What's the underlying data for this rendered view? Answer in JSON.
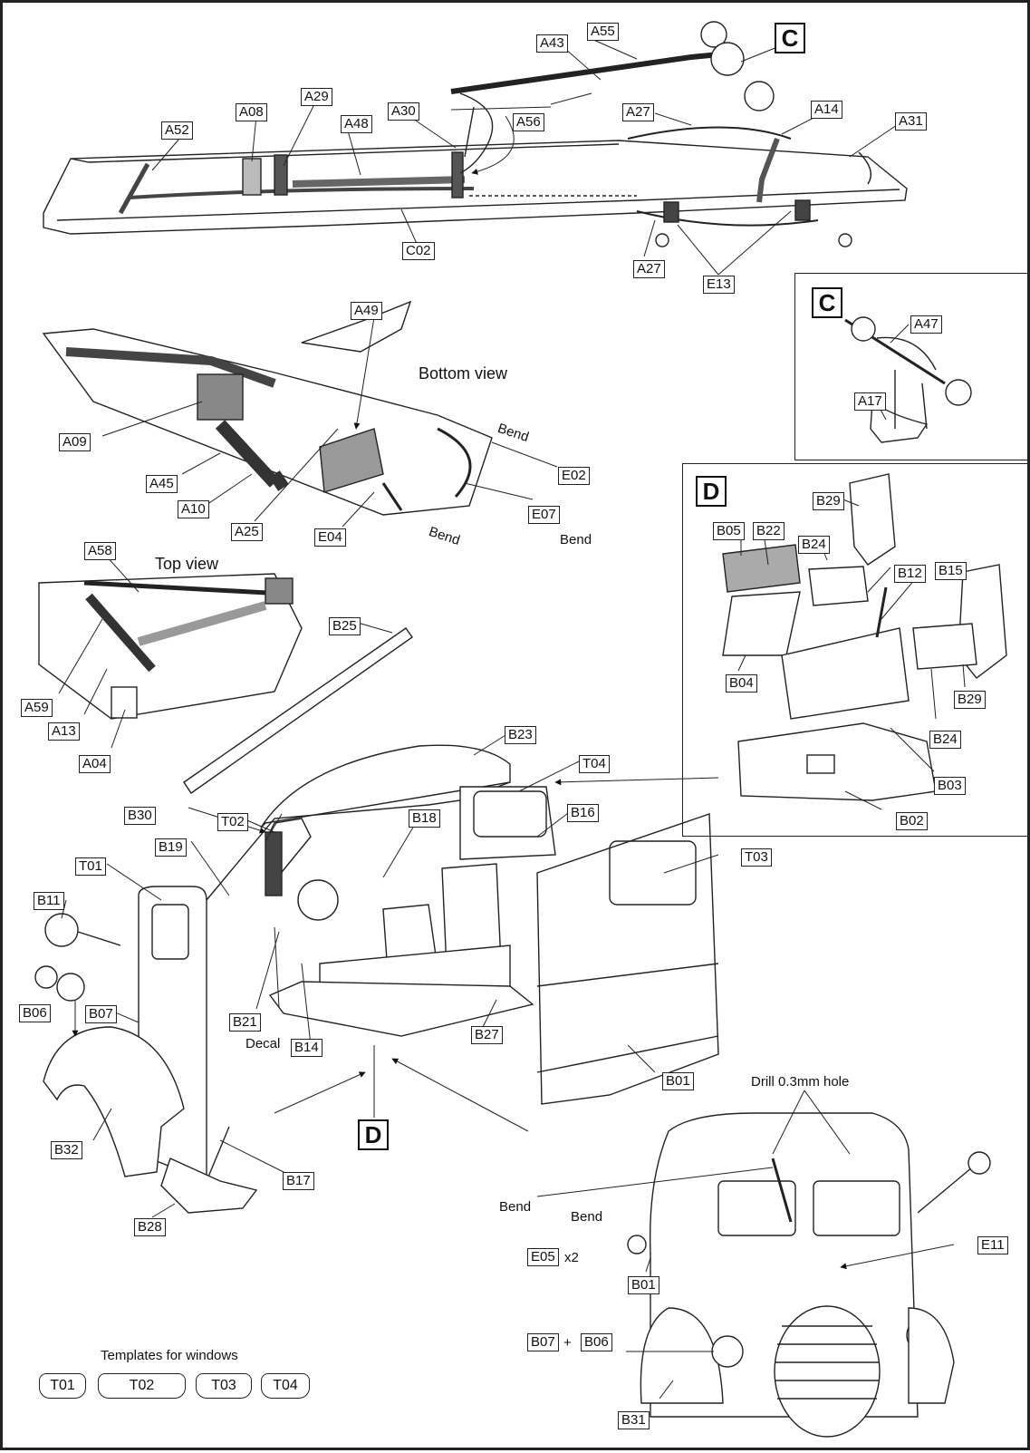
{
  "callout_letters": {
    "c": "C",
    "d": "D"
  },
  "views": {
    "bottom": "Bottom view",
    "top": "Top view"
  },
  "notes": {
    "bend": "Bend",
    "decal": "Decal",
    "drill": "Drill 0.3mm hole",
    "x2": "x2",
    "plus": "+"
  },
  "templates": {
    "title": "Templates for windows",
    "items": [
      "T01",
      "T02",
      "T03",
      "T04"
    ]
  },
  "parts": {
    "A55": "A55",
    "A43": "A43",
    "A56": "A56",
    "A27": "A27",
    "A14": "A14",
    "A31": "A31",
    "A52": "A52",
    "A08": "A08",
    "A29": "A29",
    "A48": "A48",
    "A30": "A30",
    "C02": "C02",
    "E13": "E13",
    "A49": "A49",
    "A09": "A09",
    "A45": "A45",
    "A10": "A10",
    "A25": "A25",
    "E04": "E04",
    "E02": "E02",
    "E07": "E07",
    "A58": "A58",
    "A59": "A59",
    "A13": "A13",
    "A04": "A04",
    "B25": "B25",
    "A47": "A47",
    "A17": "A17",
    "B29": "B29",
    "B05": "B05",
    "B22": "B22",
    "B24": "B24",
    "B12": "B12",
    "B15": "B15",
    "B04": "B04",
    "B03": "B03",
    "B02": "B02",
    "B23": "B23",
    "T04": "T04",
    "B30": "B30",
    "T02": "T02",
    "B18": "B18",
    "B16": "B16",
    "B19": "B19",
    "T03": "T03",
    "T01": "T01",
    "B11": "B11",
    "B06": "B06",
    "B07": "B07",
    "B21": "B21",
    "B14": "B14",
    "B27": "B27",
    "B01": "B01",
    "B32": "B32",
    "B17": "B17",
    "B28": "B28",
    "E05": "E05",
    "E11": "E11",
    "B31": "B31"
  }
}
